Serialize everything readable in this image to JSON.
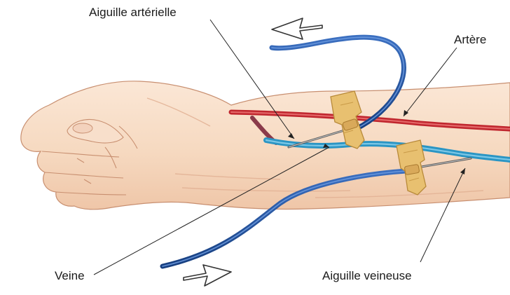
{
  "labels": {
    "arterial_needle": "Aiguille artérielle",
    "artery": "Artère",
    "vein": "Veine",
    "venous_needle": "Aiguille veineuse"
  },
  "colors": {
    "skin": "#f6dcc4",
    "skin_shadow": "#e9b99a",
    "artery": "#c0262e",
    "vein": "#2a95c4",
    "tubing": "#1f4f9a",
    "needle_hub": "#e8c070"
  }
}
